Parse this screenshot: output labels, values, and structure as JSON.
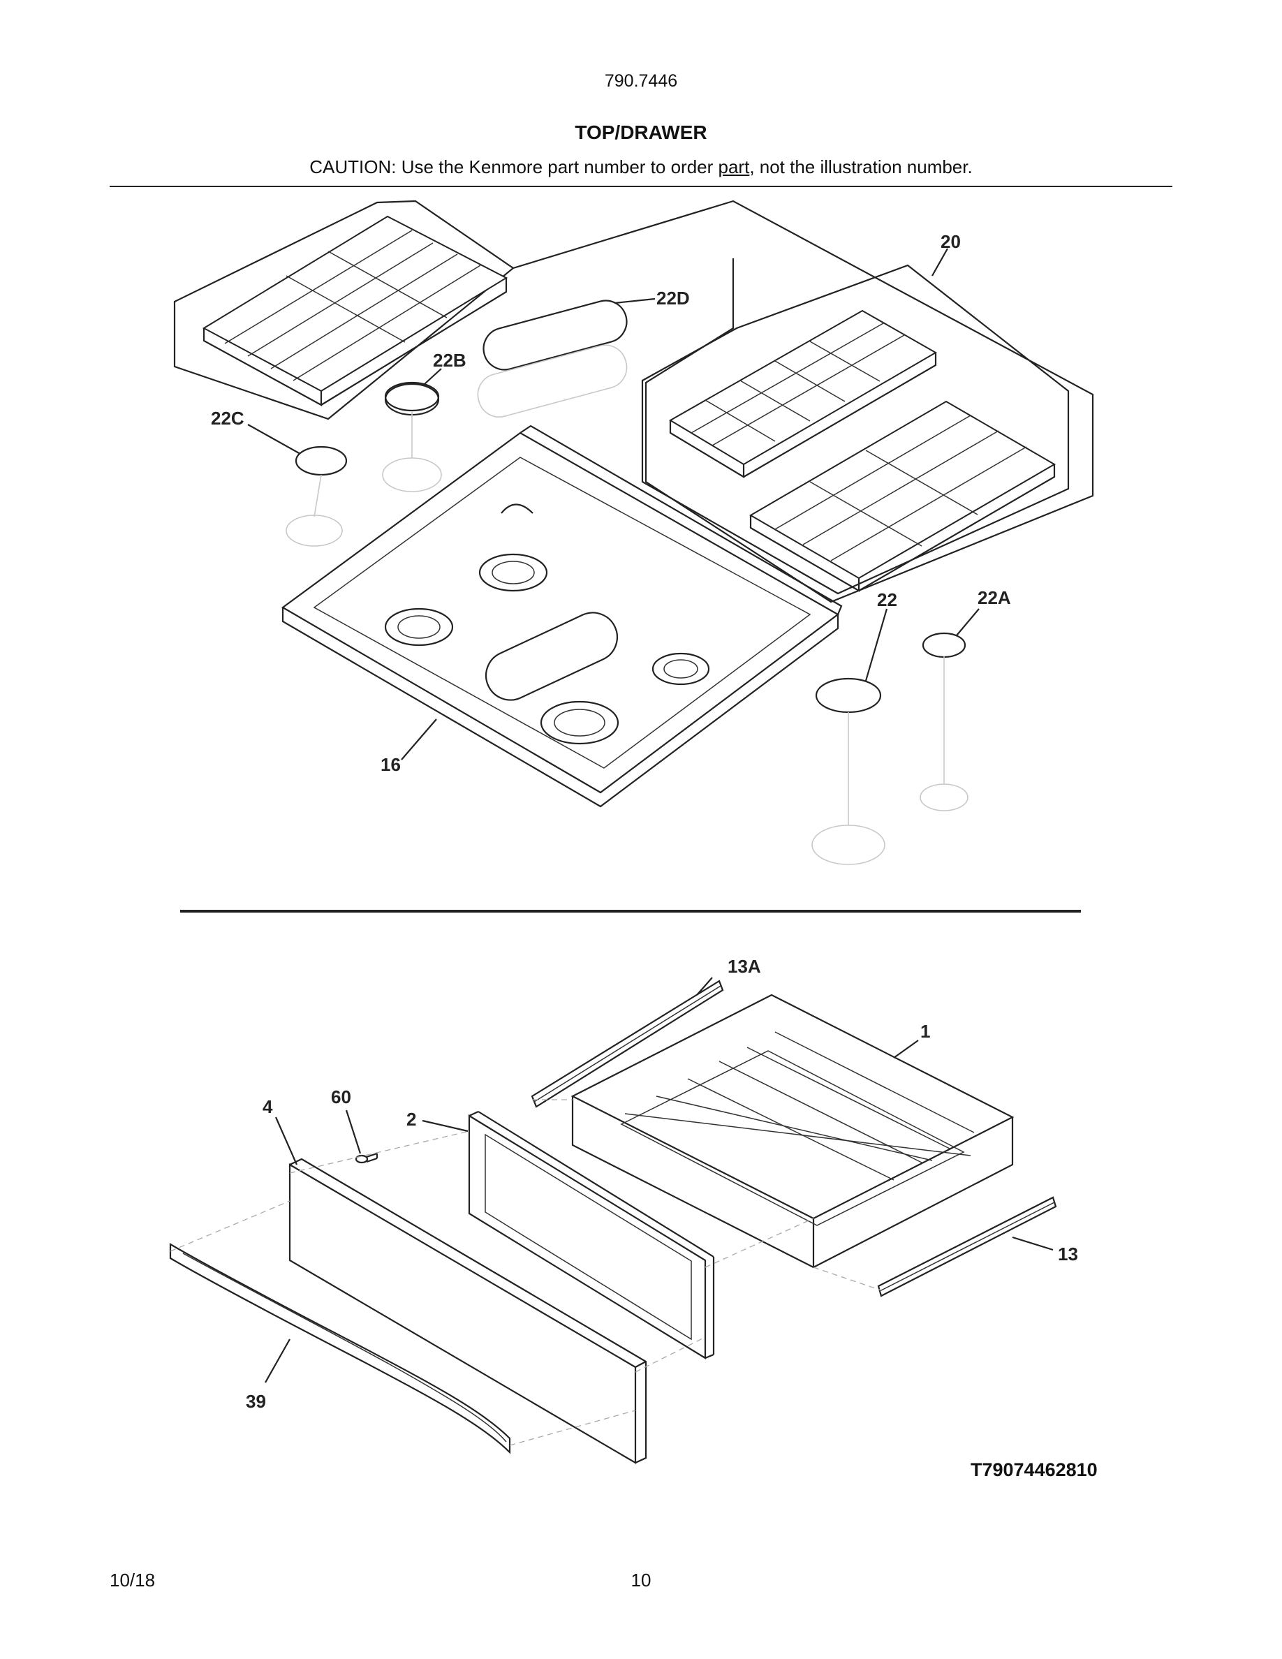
{
  "header": {
    "model_number": "790.7446",
    "section_title": "TOP/DRAWER",
    "caution_prefix": "CAUTION: Use the Kenmore part number to order ",
    "caution_link": "part",
    "caution_suffix": ", not the illustration number."
  },
  "callouts": {
    "top": [
      "20",
      "22D",
      "22B",
      "22C",
      "22",
      "22A",
      "16"
    ],
    "drawer": [
      "13A",
      "1",
      "4",
      "60",
      "2",
      "13",
      "39"
    ]
  },
  "diagram_code": "T79074462810",
  "footer": {
    "date": "10/18",
    "page": "10"
  }
}
